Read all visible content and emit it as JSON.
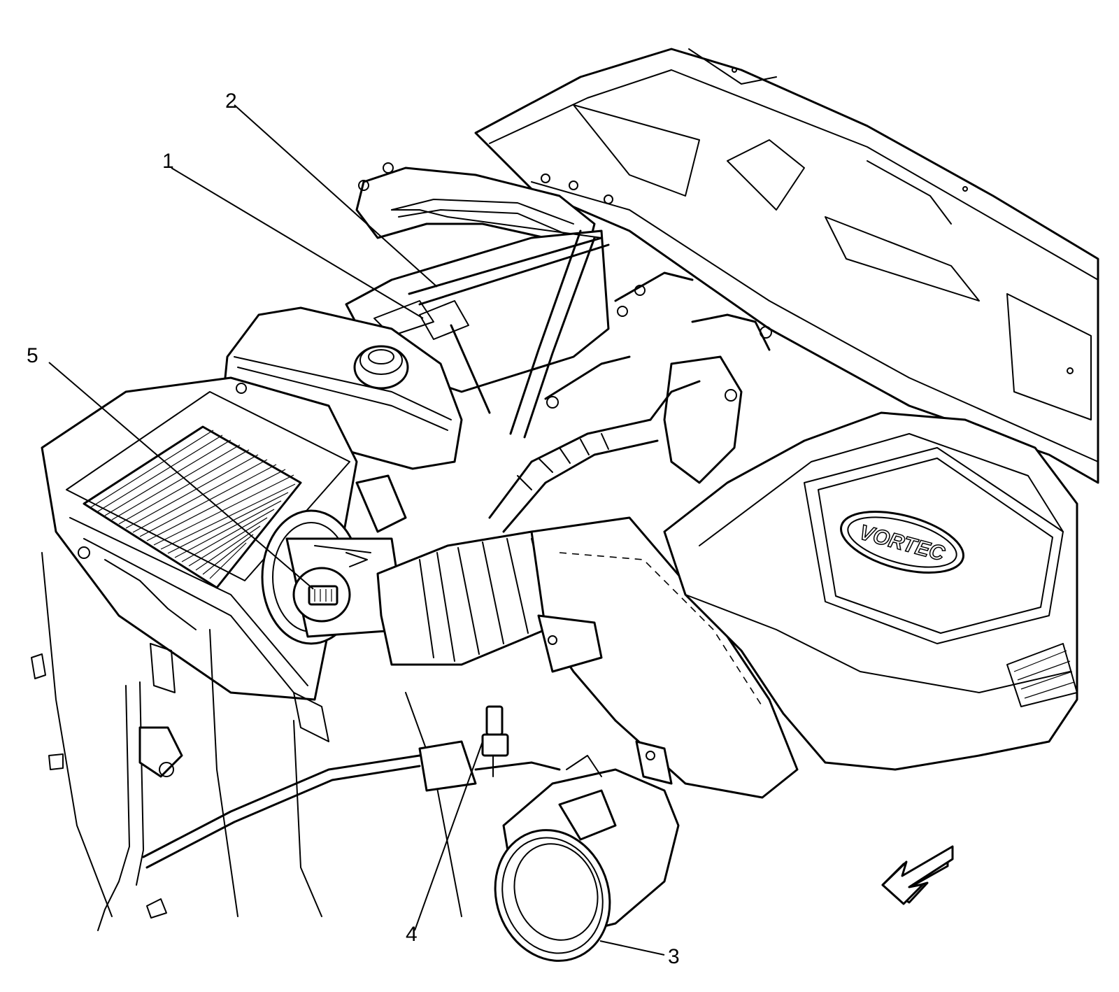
{
  "callouts": [
    {
      "id": "1",
      "label": "1"
    },
    {
      "id": "2",
      "label": "2"
    },
    {
      "id": "3",
      "label": "3"
    },
    {
      "id": "4",
      "label": "4"
    },
    {
      "id": "5",
      "label": "5"
    }
  ],
  "logo_text": "VORTEC",
  "icons": [
    "forward-direction-arrow-icon"
  ],
  "colors": {
    "line": "#000000",
    "background": "#ffffff"
  }
}
